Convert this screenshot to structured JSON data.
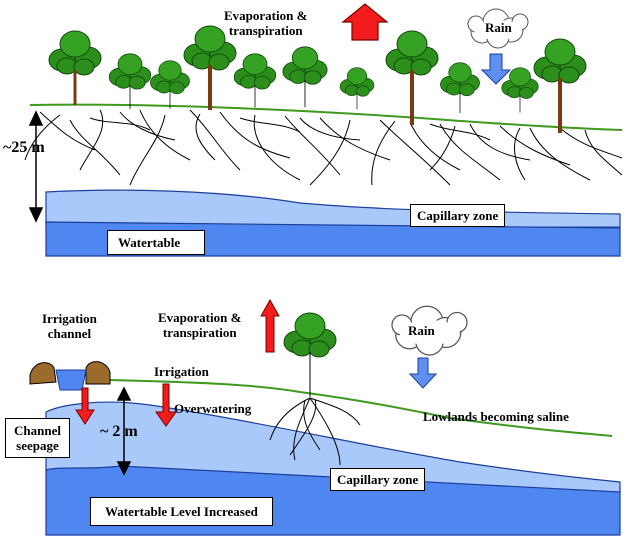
{
  "top_panel": {
    "evaporation_label": "Evaporation &\ntranspiration",
    "rain_label": "Rain",
    "depth_label": "~25 m",
    "capillary_label": "Capillary zone",
    "watertable_label": "Watertable"
  },
  "bottom_panel": {
    "irrigation_channel_label": "Irrigation\nchannel",
    "evaporation_label": "Evaporation &\ntranspiration",
    "rain_label": "Rain",
    "irrigation_label": "Irrigation",
    "overwatering_label": "Overwatering",
    "depth_label": "~ 2 m",
    "lowlands_label": "Lowlands becoming saline",
    "channel_seepage_label": "Channel\nseepage",
    "capillary_label": "Capillary zone",
    "watertable_label": "Watertable Level Increased"
  },
  "colors": {
    "watertable": "#4f86ef",
    "capillary": "#aac9fb",
    "ground_line": "#3e9a1f",
    "tree_canopy": "#2c8f1c",
    "trunk": "#7a3b12",
    "evap_arrow": "#f21c1c",
    "rain_arrow": "#5f8ff0",
    "soil": "#9c6a2a"
  },
  "icons": [
    "tree-icon",
    "cloud-icon",
    "up-arrow-icon",
    "down-arrow-icon",
    "channel-icon"
  ]
}
